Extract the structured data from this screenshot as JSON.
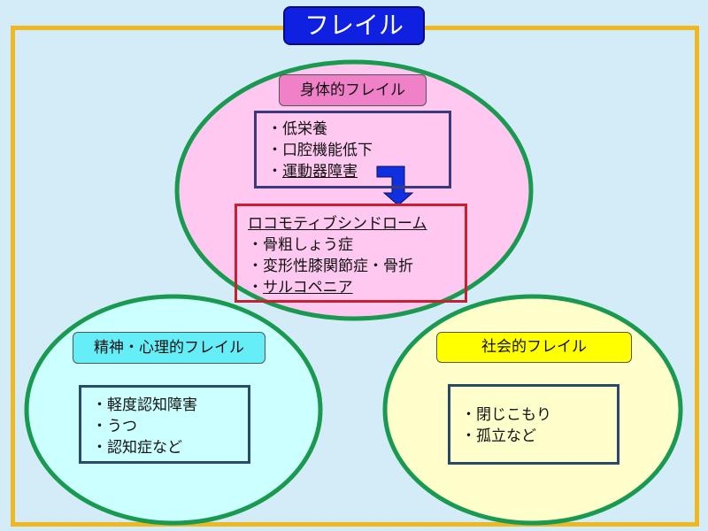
{
  "title": "フレイル",
  "colors": {
    "background": "#d4ecf8",
    "frame": "#f0b820",
    "circle_stroke": "#1a9a50",
    "physical": "#ffc8f0",
    "mental": "#ccffff",
    "social": "#ffffcc"
  },
  "physical": {
    "label": "身体的フレイル",
    "items": [
      "・低栄養",
      "・口腔機能低下",
      "・"
    ],
    "underlined_item": "運動器障害",
    "locomo": {
      "heading": "ロコモティブシンドローム",
      "items": [
        "・骨粗しょう症",
        "・変形性膝関節症・骨折",
        "・"
      ],
      "underlined_item": "サルコペニア"
    }
  },
  "mental": {
    "label": "精神・心理的フレイル",
    "items": [
      "・軽度認知障害",
      "・うつ",
      "・認知症など"
    ]
  },
  "social": {
    "label": "社会的フレイル",
    "items": [
      "・閉じこもり",
      "・孤立など"
    ]
  }
}
